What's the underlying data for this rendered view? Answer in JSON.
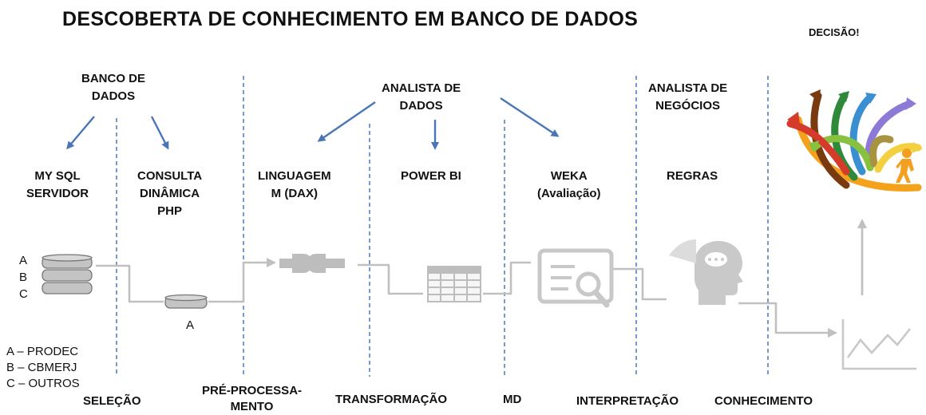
{
  "title": "DESCOBERTA DE CONHECIMENTO EM BANCO DE DADOS",
  "decision": "DECISÃO!",
  "actors": {
    "db": [
      "BANCO DE",
      "DADOS"
    ],
    "analyst": [
      "ANALISTA DE",
      "DADOS"
    ],
    "business": [
      "ANALISTA DE",
      "NEGÓCIOS"
    ]
  },
  "tools": {
    "mysql": [
      "MY SQL",
      "SERVIDOR"
    ],
    "php": [
      "CONSULTA",
      "DINÂMICA",
      "PHP"
    ],
    "dax": [
      "LINGUAGEM",
      "M (DAX)"
    ],
    "powerbi": "POWER BI",
    "weka": [
      "WEKA",
      "(Avaliação)"
    ],
    "rules": "REGRAS"
  },
  "stages": {
    "selection": "SELEÇÃO",
    "preprocessing": [
      "PRÉ-PROCESSA-",
      "MENTO"
    ],
    "transformation": "TRANSFORMAÇÃO",
    "md": "MD",
    "interpretation": "INTERPRETAÇÃO",
    "knowledge": "CONHECIMENTO"
  },
  "db_letters": [
    "A",
    "B",
    "C"
  ],
  "query_letter": "A",
  "legend": [
    "A – PRODEC",
    "B – CBMERJ",
    "C – OUTROS"
  ],
  "colors": {
    "arrow": "#4a76b8",
    "divider": "#3f6fb3",
    "flow": "#c0c0c0",
    "icon": "#bdbdbd"
  }
}
